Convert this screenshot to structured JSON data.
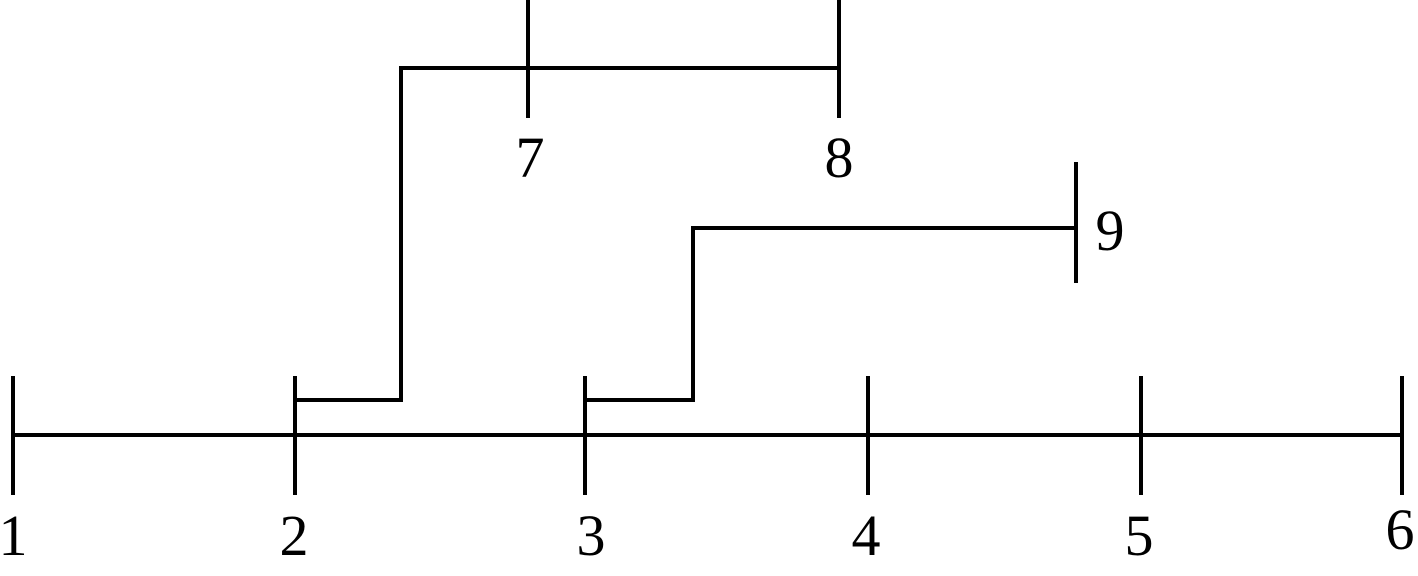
{
  "diagram": {
    "labels": {
      "n1": "1",
      "n2": "2",
      "n3": "3",
      "n4": "4",
      "n5": "5",
      "n6": "6",
      "n7": "7",
      "n8": "8",
      "n9": "9"
    },
    "colors": {
      "stroke": "#000000",
      "background": "#ffffff"
    }
  }
}
